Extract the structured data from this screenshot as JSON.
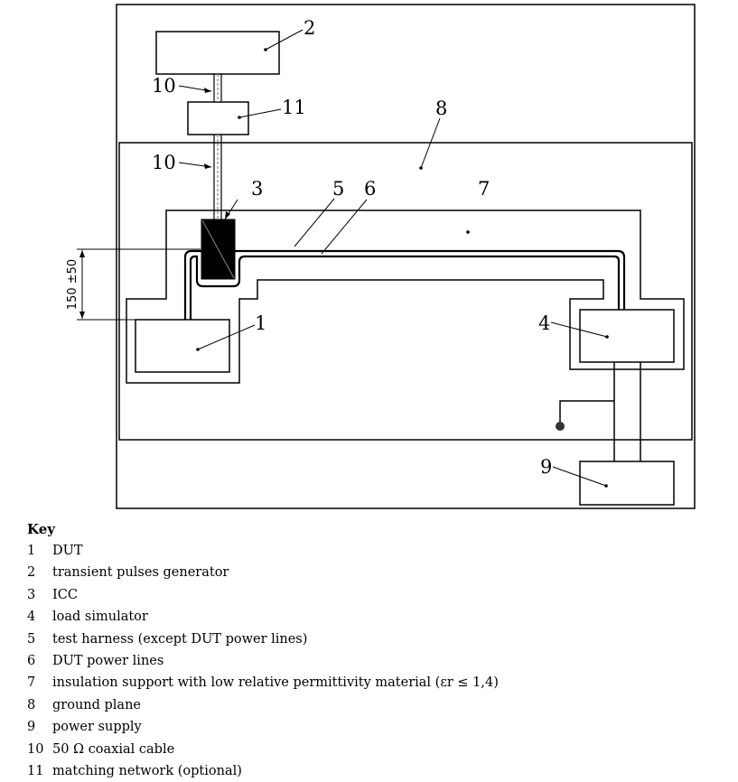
{
  "diagram": {
    "callouts": {
      "c1": "1",
      "c2": "2",
      "c3": "3",
      "c4": "4",
      "c5": "5",
      "c6": "6",
      "c7": "7",
      "c8": "8",
      "c9": "9",
      "c10a": "10",
      "c10b": "10",
      "c11": "11"
    },
    "dimension_label": "150 ±50"
  },
  "key": {
    "title": "Key",
    "items": [
      {
        "num": "1",
        "text": "DUT"
      },
      {
        "num": "2",
        "text": "transient pulses generator"
      },
      {
        "num": "3",
        "text": "ICC"
      },
      {
        "num": "4",
        "text": "load simulator"
      },
      {
        "num": "5",
        "text": "test harness (except DUT power lines)"
      },
      {
        "num": "6",
        "text": "DUT power lines"
      },
      {
        "num": "7",
        "text": "insulation support with low relative permittivity material (εr ≤ 1,4)"
      },
      {
        "num": "8",
        "text": "ground plane"
      },
      {
        "num": "9",
        "text": "power supply"
      },
      {
        "num": "10",
        "text": "50 Ω coaxial cable"
      },
      {
        "num": "11",
        "text": "matching network (optional)"
      }
    ]
  }
}
